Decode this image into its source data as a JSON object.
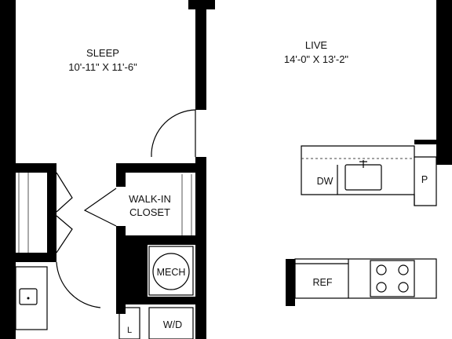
{
  "rooms": {
    "sleep": {
      "name": "SLEEP",
      "dims": "10'-11\" X 11'-6\""
    },
    "live": {
      "name": "LIVE",
      "dims": "14'-0\" X 13'-2\""
    },
    "walk_in_closet": {
      "line1": "WALK-IN",
      "line2": "CLOSET"
    }
  },
  "fixtures": {
    "dishwasher": "DW",
    "pantry": "P",
    "refrigerator": "REF",
    "mechanical": "MECH",
    "washer_dryer": "W/D",
    "linen": "L"
  },
  "colors": {
    "wall": "#000000",
    "background": "#ffffff",
    "cabinet_fill": "#e6e6e6"
  }
}
